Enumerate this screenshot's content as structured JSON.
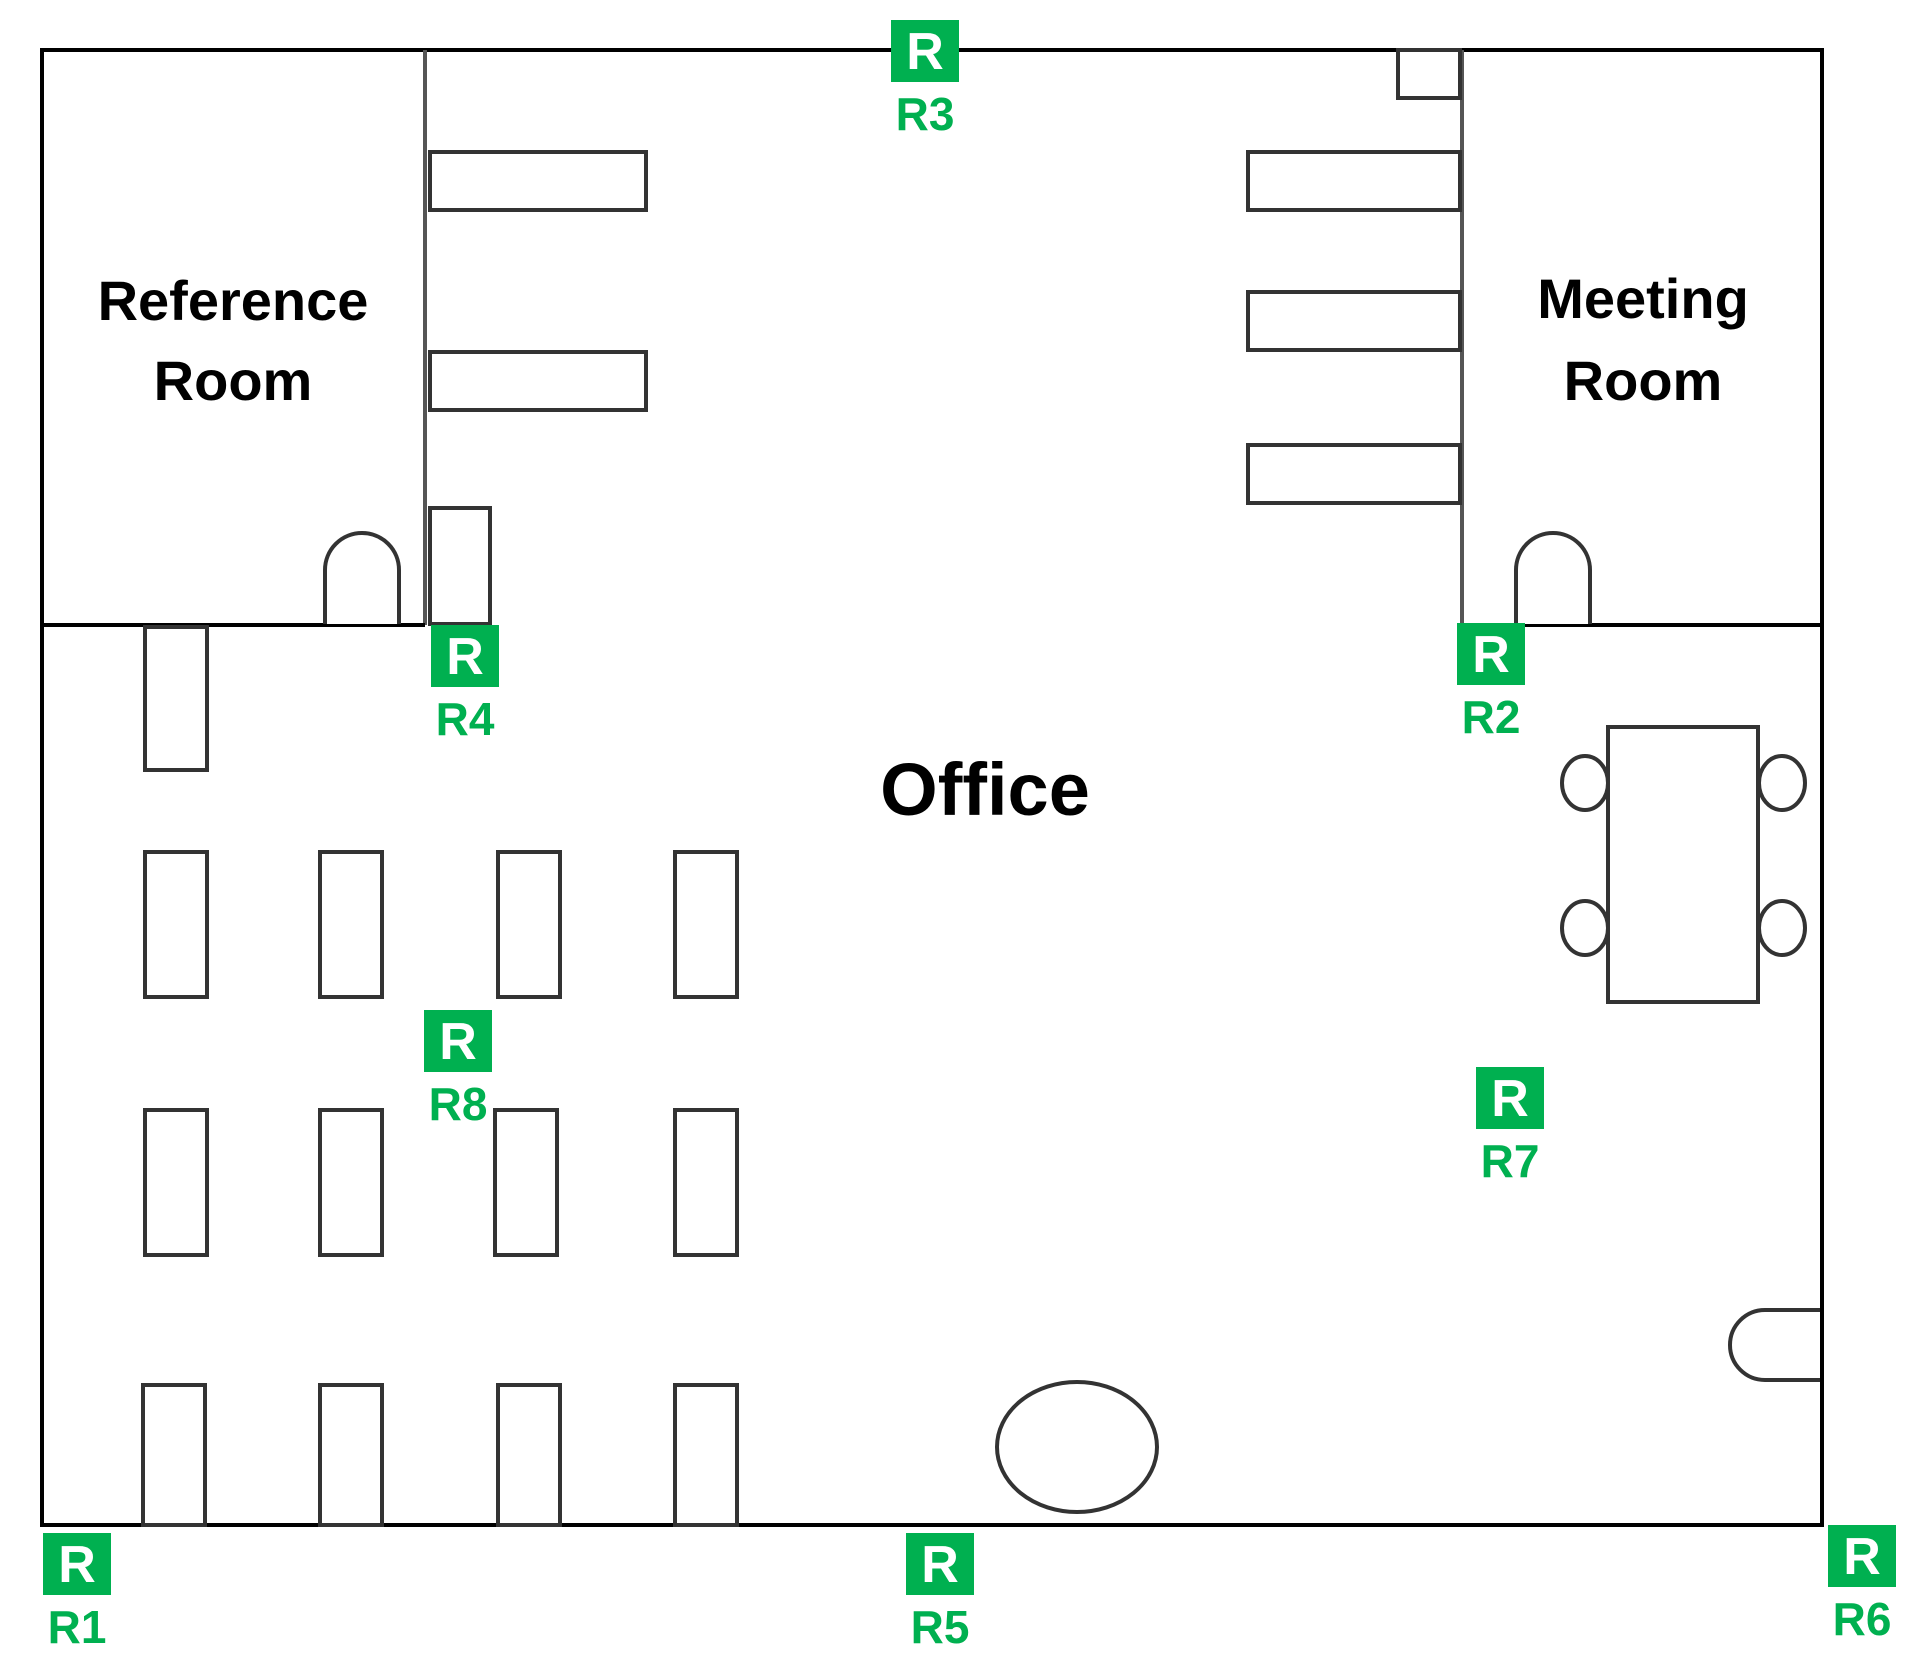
{
  "rooms": {
    "reference_line1": "Reference",
    "reference_line2": "Room",
    "meeting_line1": "Meeting",
    "meeting_line2": "Room",
    "office": "Office"
  },
  "markers": {
    "symbol": "R",
    "color": "#00b050",
    "ids": [
      "R1",
      "R2",
      "R3",
      "R4",
      "R5",
      "R6",
      "R7",
      "R8"
    ]
  }
}
